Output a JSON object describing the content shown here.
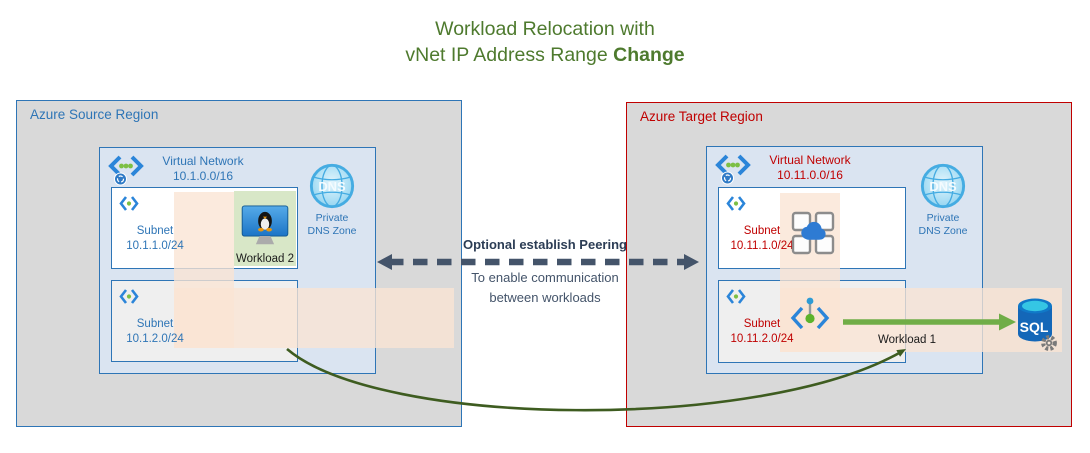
{
  "title": {
    "line1": "Workload Relocation with",
    "line2_prefix": "vNet IP Address Range ",
    "line2_bold": "Change"
  },
  "peering": {
    "title": "Optional establish Peering",
    "desc_line1": "To enable communication",
    "desc_line2": "between workloads"
  },
  "source_region": {
    "label": "Azure Source Region",
    "vnet": {
      "label": "Virtual Network",
      "cidr": "10.1.0.0/16"
    },
    "subnets": [
      {
        "label": "Subnet",
        "cidr": "10.1.1.0/24",
        "workload_label": "Workload 2"
      },
      {
        "label": "Subnet",
        "cidr": "10.1.2.0/24"
      }
    ],
    "dns": {
      "globe_text": "DNS",
      "label_line1": "Private",
      "label_line2": "DNS Zone"
    }
  },
  "target_region": {
    "label": "Azure Target Region",
    "vnet": {
      "label": "Virtual Network",
      "cidr": "10.11.0.0/16"
    },
    "subnets": [
      {
        "label": "Subnet",
        "cidr": "10.11.1.0/24"
      },
      {
        "label": "Subnet",
        "cidr": "10.11.2.0/24"
      }
    ],
    "dns": {
      "globe_text": "DNS",
      "label_line1": "Private",
      "label_line2": "DNS Zone"
    },
    "workload_label": "Workload 1",
    "sql_icon_text": "SQL"
  },
  "colors": {
    "region_fill": "#D9D9D9",
    "source_accent": "#2E75B6",
    "target_accent": "#C00000",
    "vnet_fill": "#DAE4F1",
    "highlight_band": "#FAE4D3",
    "workload2_fill": "#D8E7C7",
    "title_green": "#4E7A2E",
    "peering_arrow": "#44546A",
    "connection_green": "#70AD47",
    "relocation_green": "#3E5C20"
  }
}
